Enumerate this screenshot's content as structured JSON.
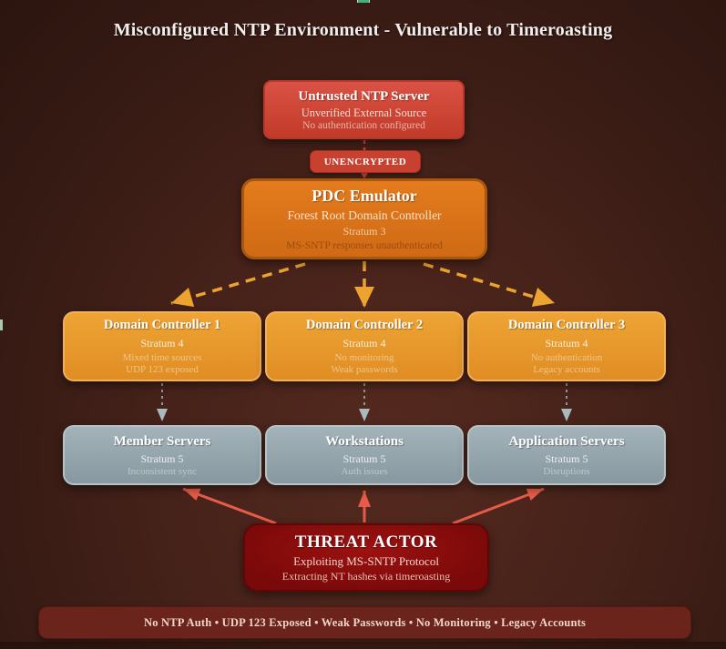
{
  "title": "Misconfigured NTP Environment - Vulnerable to Timeroasting",
  "colors": {
    "background": "#46221a",
    "untrusted_node": "#cd4435",
    "pdc_node": "#da7219",
    "dc_node": "#e8982c",
    "endpoint_node": "#95a6ad",
    "threat_node": "#8a0e0d",
    "footer_bar": "#6b241b",
    "orange_arrow": "#eca32f",
    "gray_arrow": "#a9babe",
    "red_arrow": "#e75c49"
  },
  "nodes": {
    "untrusted": {
      "title": "Untrusted NTP Server",
      "subtitle": "Unverified External Source",
      "detail": "No authentication configured"
    },
    "unencrypted_label": "UNENCRYPTED",
    "pdc": {
      "title": "PDC Emulator",
      "subtitle": "Forest Root Domain Controller",
      "stratum": "Stratum 3",
      "detail": "MS-SNTP responses unauthenticated"
    },
    "dc1": {
      "title": "Domain Controller 1",
      "stratum": "Stratum 4",
      "detail1": "Mixed time sources",
      "detail2": "UDP 123 exposed"
    },
    "dc2": {
      "title": "Domain Controller 2",
      "stratum": "Stratum 4",
      "detail1": "No monitoring",
      "detail2": "Weak passwords"
    },
    "dc3": {
      "title": "Domain Controller 3",
      "stratum": "Stratum 4",
      "detail1": "No authentication",
      "detail2": "Legacy accounts"
    },
    "member_servers": {
      "title": "Member Servers",
      "stratum": "Stratum 5",
      "detail": "Inconsistent sync"
    },
    "workstations": {
      "title": "Workstations",
      "stratum": "Stratum 5",
      "detail": "Auth issues"
    },
    "app_servers": {
      "title": "Application Servers",
      "stratum": "Stratum 5",
      "detail": "Disruptions"
    },
    "threat": {
      "title": "THREAT ACTOR",
      "subtitle": "Exploiting MS-SNTP Protocol",
      "detail": "Extracting NT hashes via timeroasting"
    }
  },
  "footer": {
    "summary": "No NTP Auth • UDP 123 Exposed • Weak Passwords • No Monitoring • Legacy Accounts"
  }
}
